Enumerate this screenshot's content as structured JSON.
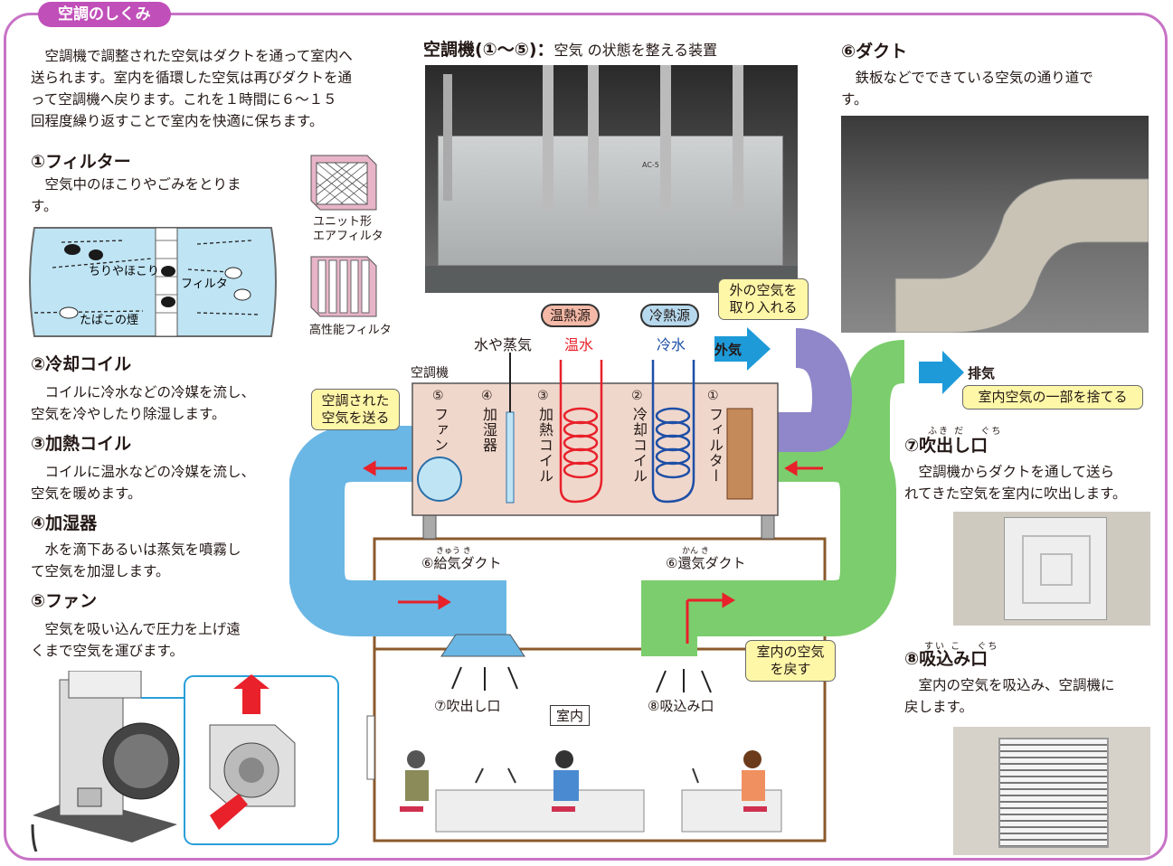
{
  "tab_title": "空調のしくみ",
  "intro": [
    "空調機で調整された空気はダクトを通って室内へ",
    "送られます。室内を循環した空気は再びダクトを通",
    "って空調機へ戻ります。これを１時間に６～１５",
    "回程度繰り返すことで室内を快適に保ちます。"
  ],
  "filter": {
    "heading": "①フィルター",
    "body": [
      "空気中のほこりやごみをとりま",
      "す。"
    ],
    "dust_label": "ちりやほこり",
    "filter_label": "フィルタ",
    "smoke_label": "たばこの煙",
    "unit_label": [
      "ユニット形",
      "エアフィルタ"
    ],
    "hepa_label": "高性能フィルタ"
  },
  "cooling": {
    "heading": "②冷却コイル",
    "body": [
      "コイルに冷水などの冷媒を流し、",
      "空気を冷やしたり除湿します。"
    ]
  },
  "heating": {
    "heading": "③加熱コイル",
    "body": [
      "コイルに温水などの冷媒を流し、",
      "空気を暖めます。"
    ]
  },
  "humid": {
    "heading": "④加湿器",
    "body": [
      "水を滴下あるいは蒸気を噴霧し",
      "て空気を加湿します。"
    ]
  },
  "fan": {
    "heading": "⑤ファン",
    "body": [
      "空気を吸い込んで圧力を上げ遠",
      "くまで空気を運びます。"
    ]
  },
  "ahu_photo": {
    "title": "空調機(①～⑤)：",
    "subtitle": "空気 の状態を整える装置",
    "sign": "AC-5"
  },
  "duct": {
    "heading": "⑥ダクト",
    "body": [
      "鉄板などでできている空気の通り道で",
      "す。"
    ]
  },
  "outlet": {
    "heading": "⑦吹出し口",
    "ruby": "ふき だ　 ぐち",
    "body": [
      "空調機からダクトを通して送ら",
      "れてきた空気を室内に吹出します。"
    ]
  },
  "inlet": {
    "heading": "⑧吸込み口",
    "ruby": "すい こ　 ぐち",
    "body": [
      "室内の空気を吸込み、空調機に",
      "戻します。"
    ]
  },
  "diagram": {
    "unit_label": "空調機",
    "hot_source": "温熱源",
    "hot_water": "温水",
    "cold_source": "冷熱源",
    "cold_water": "冷水",
    "water_steam": "水や蒸気",
    "outside_air": "外気",
    "exhaust": "排気",
    "callout_intake": [
      "外の空気を",
      "取り入れる"
    ],
    "callout_exhaust": "室内空気の一部を捨てる",
    "callout_sent": [
      "空調された",
      "空気を送る"
    ],
    "callout_return": [
      "室内の空気",
      "を戻す"
    ],
    "comp_fan_num": "⑤",
    "comp_fan": "ファン",
    "comp_hum_num": "④",
    "comp_hum": "加湿器",
    "comp_heat_num": "③",
    "comp_heat": "加熱コイル",
    "comp_cool_num": "②",
    "comp_cool": "冷却コイル",
    "comp_filter_num": "①",
    "comp_filter": "フィルター",
    "supply_duct": "⑥給気ダクト",
    "supply_ruby": "きゅう き",
    "return_duct": "⑥還気ダクト",
    "return_ruby": "かん き",
    "outlet_label": "⑦吹出し口",
    "inlet_label": "⑧吸込み口",
    "room_label": "室内"
  },
  "colors": {
    "frame": "#c873c6",
    "supply_duct": "#6ab7e5",
    "return_duct": "#7ccd6d",
    "outside_duct": "#8f87c9",
    "unit_body": "#f0d7cc",
    "hot": "#e8212a",
    "cold": "#1d4fa6",
    "callout": "#fff7a8"
  }
}
